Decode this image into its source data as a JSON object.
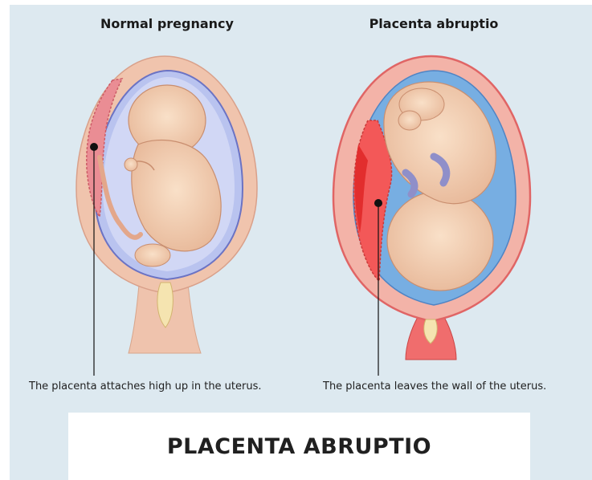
{
  "diagram": {
    "left": {
      "heading": "Normal pregnancy",
      "caption": "The placenta attaches high up in the uterus."
    },
    "right": {
      "heading": "Placenta abruptio",
      "caption": "The placenta leaves the wall of the uterus."
    },
    "title": "PLACENTA ABRUPTIO"
  }
}
